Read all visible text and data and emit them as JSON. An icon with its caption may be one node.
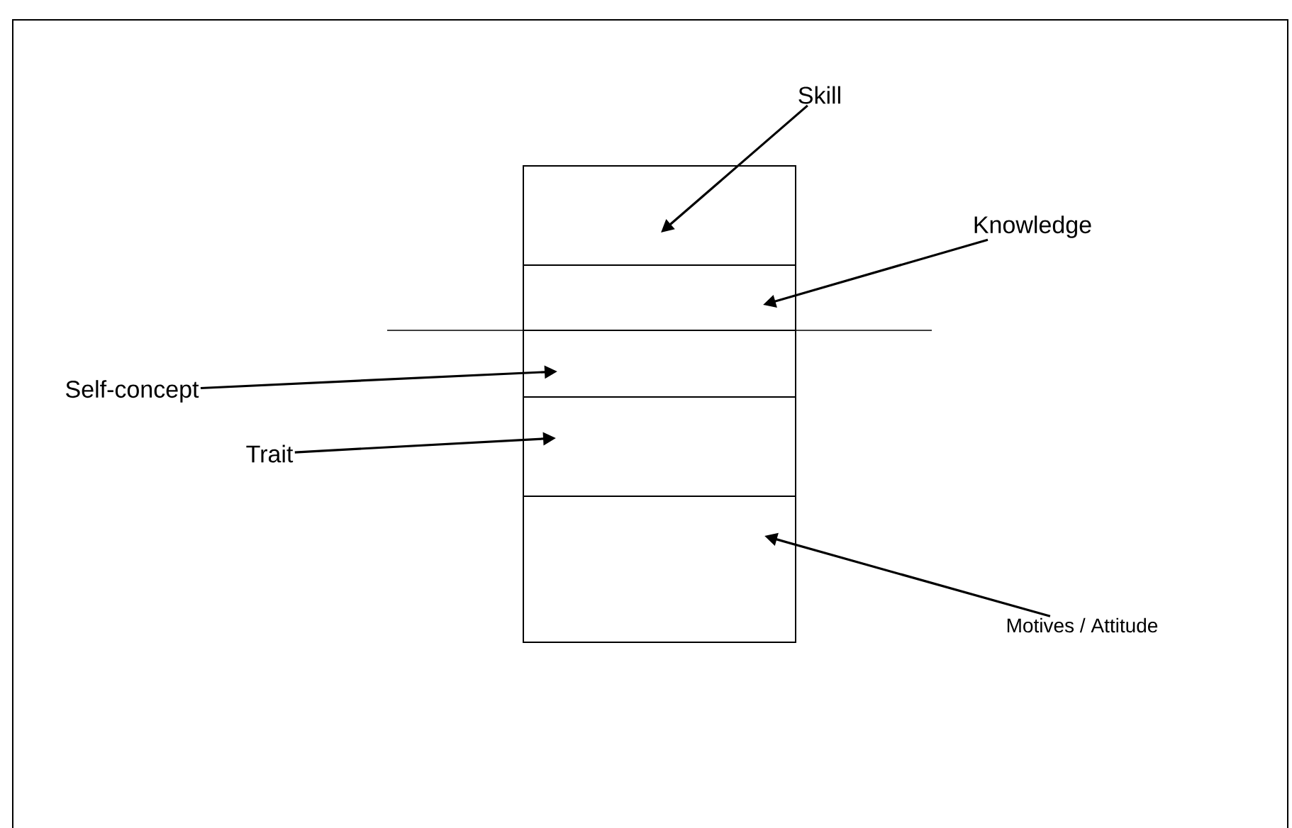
{
  "diagram": {
    "nodes": [
      {
        "text": [],
        "shape": "box"
      },
      {
        "text": [],
        "shape": "box"
      },
      {
        "text": [],
        "shape": "box"
      },
      {
        "text": [],
        "shape": "box"
      },
      {
        "text": [],
        "shape": "box"
      },
      {
        "text": [
          "Skill"
        ]
      },
      {
        "text": [
          "Knowledge"
        ]
      },
      {
        "text": [
          "Self-concept"
        ]
      },
      {
        "text": [
          "Trait"
        ]
      },
      {
        "text": [
          "Motives / Attitude"
        ]
      }
    ],
    "edges": [
      {
        "from": 5,
        "to": 0,
        "arrow": "to"
      },
      {
        "from": 6,
        "to": 1,
        "arrow": "to"
      },
      {
        "from": 7,
        "to": 2,
        "arrow": "to"
      },
      {
        "from": 8,
        "to": 3,
        "arrow": "to"
      },
      {
        "from": 9,
        "to": 4,
        "arrow": "to"
      }
    ]
  }
}
